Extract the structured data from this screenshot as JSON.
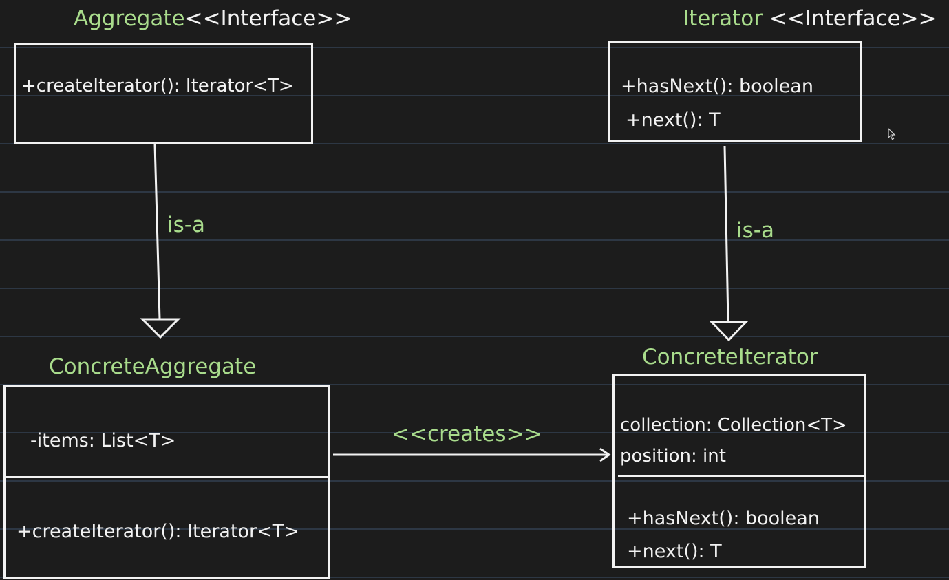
{
  "colors": {
    "background": "#1c1c1c",
    "grid_line": "#2d3744",
    "label_green": "#a9dc8c",
    "stroke_white": "#f2f2f2"
  },
  "aggregate": {
    "name": "Aggregate",
    "stereotype": "<<Interface>>",
    "methods": [
      "+createIterator(): Iterator<T>"
    ]
  },
  "iterator": {
    "name": "Iterator",
    "stereotype": "<<Interface>>",
    "methods": [
      "+hasNext(): boolean",
      "+next(): T"
    ]
  },
  "concrete_aggregate": {
    "name": "ConcreteAggregate",
    "fields": [
      "-items: List<T>"
    ],
    "methods": [
      "+createIterator(): Iterator<T>"
    ]
  },
  "concrete_iterator": {
    "name": "ConcreteIterator",
    "fields": [
      "collection: Collection<T>",
      "position: int"
    ],
    "methods": [
      "+hasNext(): boolean",
      "+next(): T"
    ]
  },
  "relations": {
    "aggregate_isa": "is-a",
    "iterator_isa": "is-a",
    "creates": "<<creates>>"
  },
  "icons": {
    "cursor": "mouse-pointer-icon"
  }
}
